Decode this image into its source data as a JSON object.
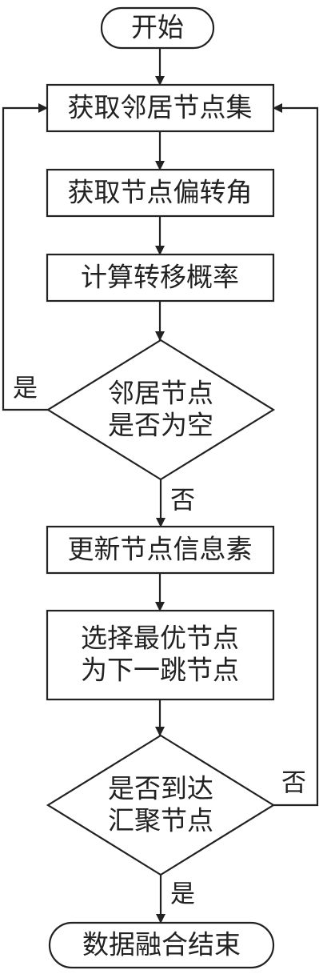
{
  "nodes": {
    "start": {
      "label": "开始"
    },
    "get_neighbors": {
      "label": "获取邻居节点集"
    },
    "get_deflection": {
      "label": "获取节点偏转角"
    },
    "calc_prob": {
      "label": "计算转移概率"
    },
    "check_empty": {
      "line1": "邻居节点",
      "line2": "是否为空"
    },
    "update_pheromone": {
      "label": "更新节点信息素"
    },
    "select_next": {
      "line1": "选择最优节点",
      "line2": "为下一跳节点"
    },
    "check_sink": {
      "line1": "是否到达",
      "line2": "汇聚节点"
    },
    "end": {
      "label": "数据融合结束"
    }
  },
  "edges": {
    "empty_yes": "是",
    "empty_no": "否",
    "sink_no": "否",
    "sink_yes": "是"
  }
}
